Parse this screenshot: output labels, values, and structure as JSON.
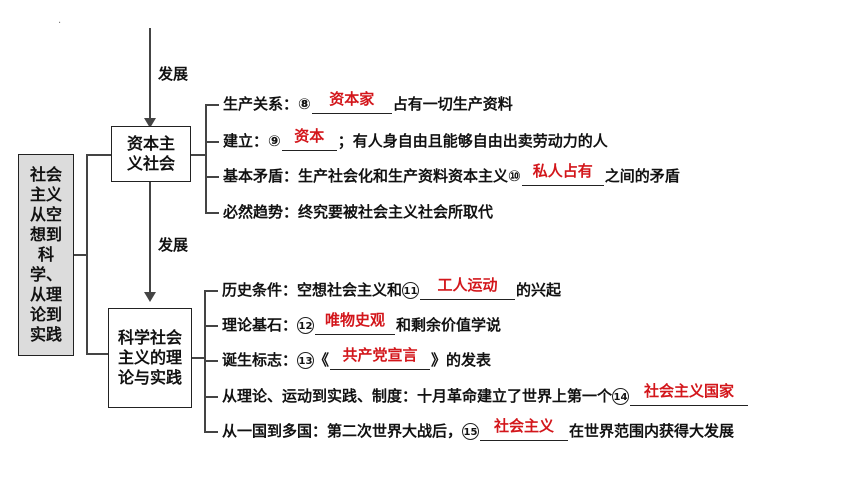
{
  "root": {
    "label": "社会主义从空想到科学、从理论到实践"
  },
  "arrows": {
    "develop_top": "发展",
    "develop_mid": "发展"
  },
  "capitalist": {
    "label": "资本主义社会",
    "items": [
      {
        "num": "⑧",
        "before": "生产关系：",
        "answer": "资本家",
        "after": "占有一切生产资料"
      },
      {
        "num": "⑨",
        "before": "建立：",
        "answer": "资本",
        "after": "；有人身自由且能够自由出卖劳动力的人"
      },
      {
        "num": "⑩",
        "before": "基本矛盾：生产社会化和生产资料资本主义",
        "answer": "私人占有",
        "after": "之间的矛盾"
      },
      {
        "text": "必然趋势：终究要被社会主义社会所取代"
      }
    ]
  },
  "scientific": {
    "label": "科学社会主义的理论与实践",
    "items": [
      {
        "num": "11",
        "before": "历史条件：空想社会主义和",
        "answer": "工人运动",
        "after": "的兴起"
      },
      {
        "num": "12",
        "before": "理论基石：",
        "answer": "唯物史观",
        "after": "和剩余价值学说"
      },
      {
        "num": "13",
        "before": "诞生标志：",
        "answer": "共产党宣言",
        "after": "》的发表",
        "open": "《"
      },
      {
        "num": "14",
        "before": "从理论、运动到实践、制度：十月革命建立了世界上第一个",
        "answer": "社会主义国家",
        "after": ""
      },
      {
        "num": "15",
        "before": "从一国到多国：第二次世界大战后，",
        "answer": "社会主义",
        "after": "在世界范围内获得大发展"
      }
    ]
  },
  "colors": {
    "answer": "#d3161b",
    "root_bg": "#dcdcdc"
  }
}
